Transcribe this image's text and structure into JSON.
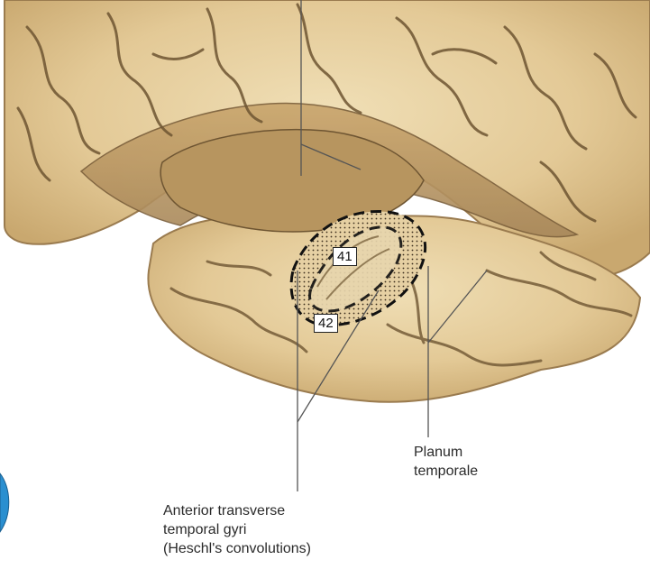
{
  "labels": {
    "area_41": "41",
    "area_42": "42",
    "planum": [
      "Planum",
      "temporale"
    ],
    "heschl": [
      "Anterior transverse",
      "temporal gyri",
      "(Heschl's convolutions)"
    ]
  },
  "colors": {
    "background": "#ffffff",
    "brain_light": "#ecd8ac",
    "brain_mid": "#d9bd86",
    "brain_shadow": "#a9895a",
    "sulcus": "#6e5532",
    "leader_line": "#555555",
    "dashed_outline": "#111111"
  },
  "icons": {
    "partial_circle": "blue-circle-icon"
  }
}
